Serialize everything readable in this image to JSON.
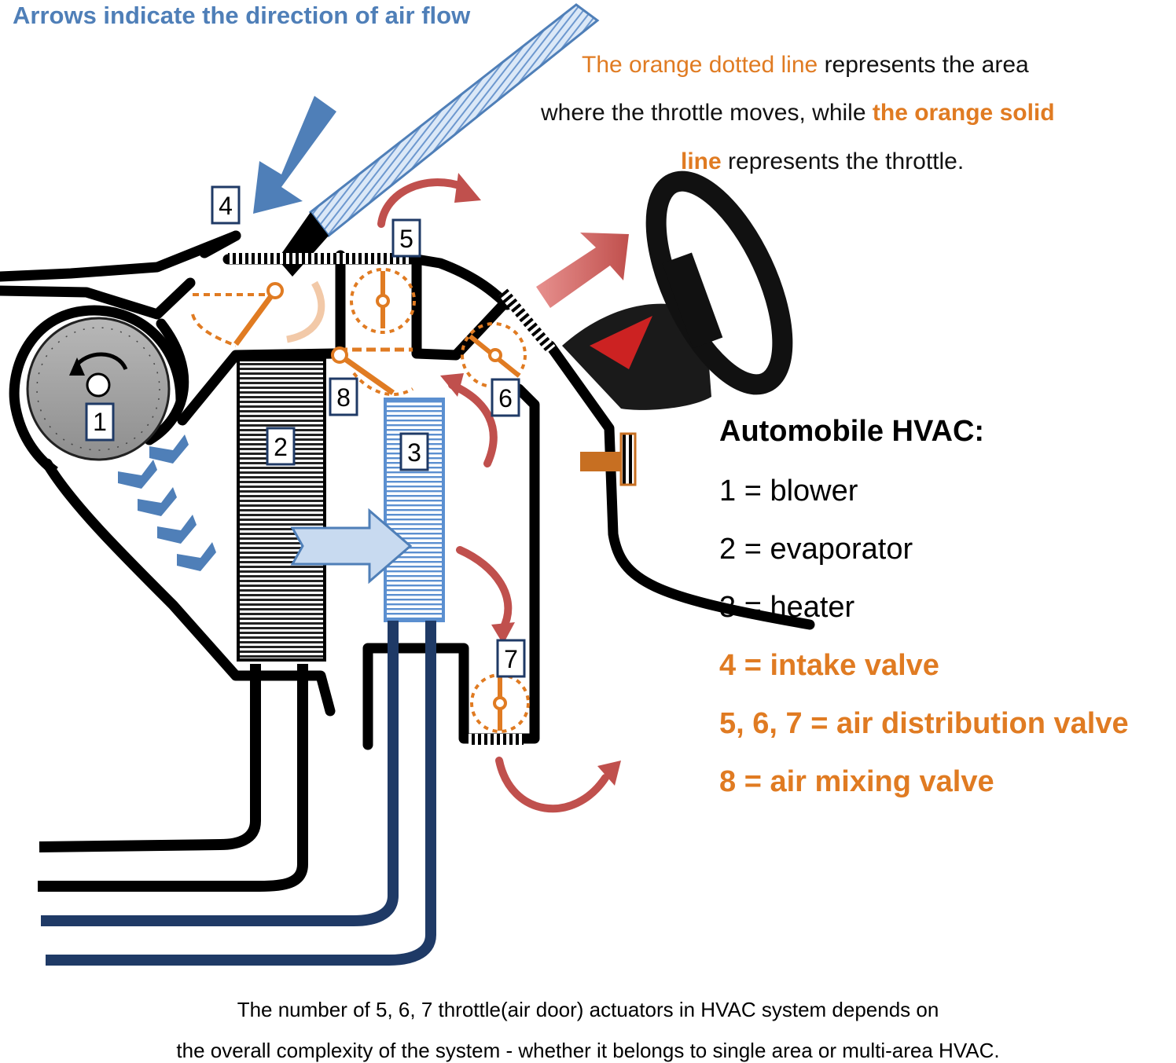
{
  "flow_title": "Arrows indicate the direction of air flow",
  "note": {
    "line1_orange": "The orange dotted line",
    "line1_rest": " represents the area",
    "line2_rest": "where the throttle moves, while ",
    "line2_orange": "the orange solid",
    "line3_orange": "line",
    "line3_rest": " represents the throttle."
  },
  "legend": {
    "title": "Automobile HVAC:",
    "items": [
      {
        "text": "1 = blower"
      },
      {
        "text": "2 = evaporator"
      },
      {
        "text": "3 = heater"
      },
      {
        "text": "4 = intake valve"
      },
      {
        "text": "5, 6, 7 = air distribution valve"
      },
      {
        "text": "8 = air mixing valve"
      }
    ]
  },
  "component_labels": [
    "1",
    "2",
    "3",
    "4",
    "5",
    "6",
    "7",
    "8"
  ],
  "footer": {
    "line1": "The number of 5, 6, 7 throttle(air door) actuators in HVAC system depends on",
    "line2": "the overall complexity of the system - whether it belongs to single area or multi-area HVAC."
  },
  "colors": {
    "airflow_blue": "#4f7fb8",
    "warm_red": "#c0504d",
    "throttle_orange": "#e07b22",
    "duct_black": "#000000",
    "duct_navy": "#1f3a66"
  }
}
